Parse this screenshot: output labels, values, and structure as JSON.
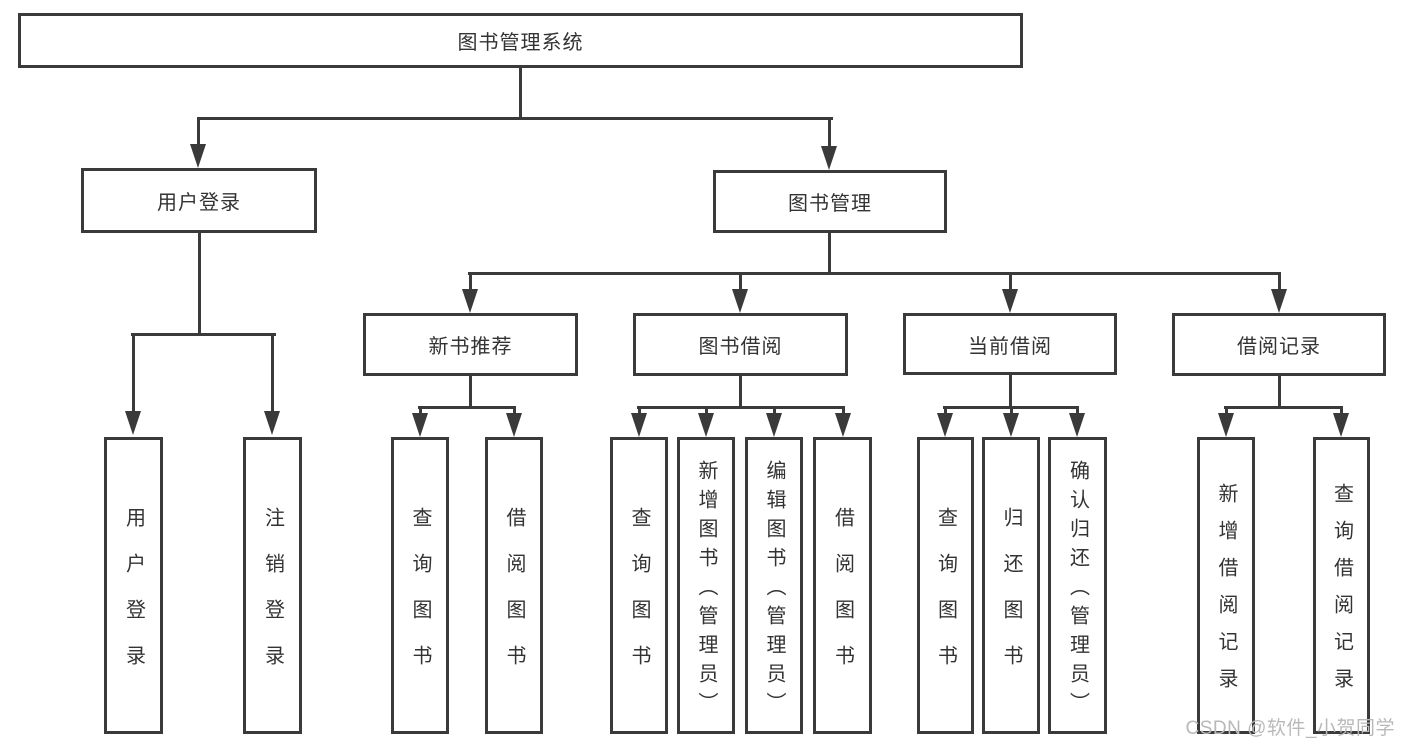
{
  "colors": {
    "line": "#3a3a3a",
    "text": "#333333",
    "background": "#ffffff",
    "watermark": "#b9b9b9"
  },
  "watermark": {
    "text": "CSDN @软件_小贺同学"
  },
  "tree": {
    "root": {
      "label": "图书管理系统"
    },
    "level2": [
      {
        "label": "用户登录"
      },
      {
        "label": "图书管理"
      }
    ],
    "level3": [
      {
        "label": "新书推荐"
      },
      {
        "label": "图书借阅"
      },
      {
        "label": "当前借阅"
      },
      {
        "label": "借阅记录"
      }
    ],
    "leaves": {
      "user_login": [
        {
          "label": "用户登录"
        },
        {
          "label": "注销登录"
        }
      ],
      "new_book": [
        {
          "label": "查询图书"
        },
        {
          "label": "借阅图书"
        }
      ],
      "book_borrow": [
        {
          "label": "查询图书"
        },
        {
          "label": "新增图书（管理员）"
        },
        {
          "label": "编辑图书（管理员）"
        },
        {
          "label": "借阅图书"
        }
      ],
      "current_borrow": [
        {
          "label": "查询图书"
        },
        {
          "label": "归还图书"
        },
        {
          "label": "确认归还（管理员）"
        }
      ],
      "borrow_records": [
        {
          "label": "新增借阅记录"
        },
        {
          "label": "查询借阅记录"
        }
      ]
    }
  }
}
